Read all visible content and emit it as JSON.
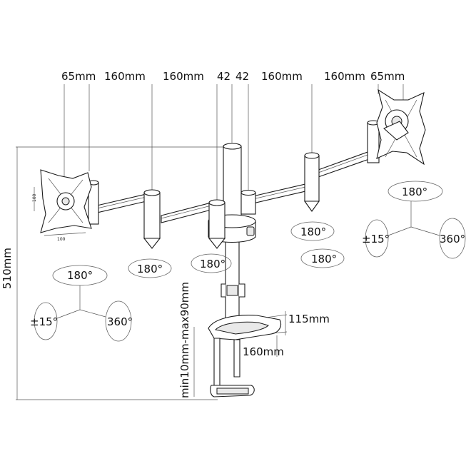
{
  "top_dimensions": [
    "65mm",
    "160mm",
    "160mm",
    "42",
    "42",
    "160mm",
    "160mm",
    "65mm"
  ],
  "height_label": "510mm",
  "clamp_range_label": "min10mm-max90mm",
  "base_depth_label": "115mm",
  "base_width_label": "160mm",
  "monitor_plate_labels": [
    "100",
    "100"
  ],
  "rotation_left": {
    "swivel": "180°",
    "tilt": "±15°",
    "rotate": "360°"
  },
  "rotation_right": {
    "swivel": "180°",
    "tilt": "±15°",
    "rotate": "360°"
  },
  "joint_swivels": [
    "180°",
    "180°",
    "180°",
    "180°"
  ]
}
